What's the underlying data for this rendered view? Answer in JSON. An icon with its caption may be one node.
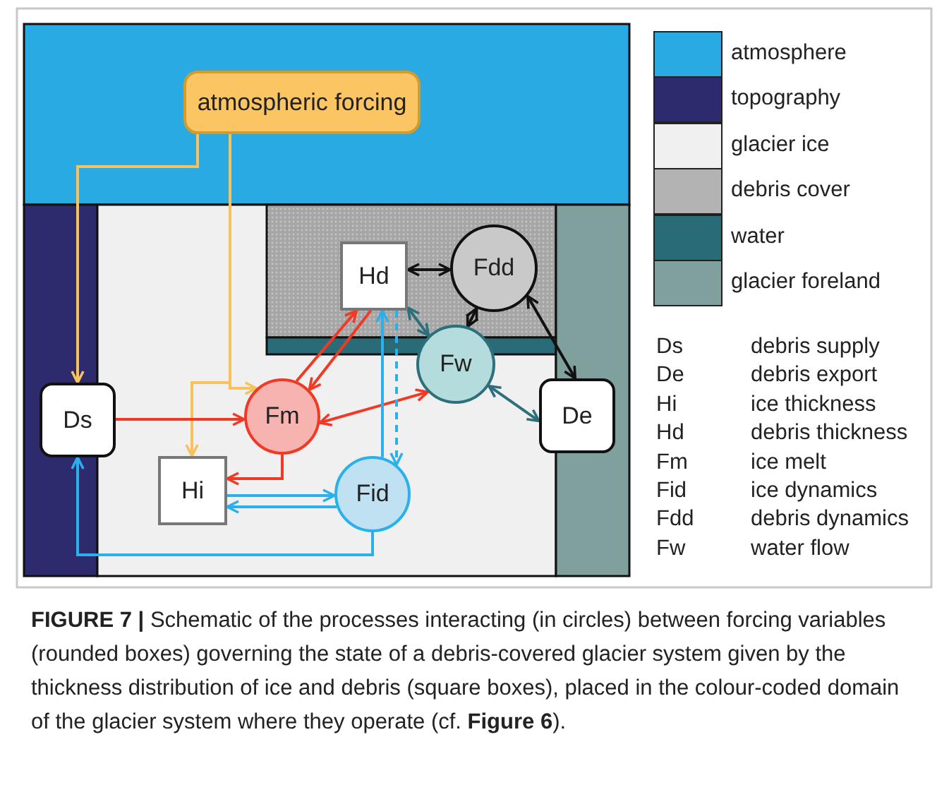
{
  "diagram": {
    "caption": "**FIGURE 7 |** Schematic of the processes interacting (in circles) between forcing variables (rounded boxes) governing the state of a debris-covered glacier system given by the thickness distribution of ice and debris (square boxes), placed in the colour-coded domain of the glacier system where they operate (cf. **Figure 6**).",
    "nodes": [
      {
        "text": [
          "atmospheric forcing"
        ]
      },
      {
        "text": [
          "Hd"
        ]
      },
      {
        "text": [
          "Fdd"
        ]
      },
      {
        "text": [
          "Fw"
        ]
      },
      {
        "text": [
          "Ds"
        ]
      },
      {
        "text": [
          "Fm"
        ]
      },
      {
        "text": [
          "De"
        ]
      },
      {
        "text": [
          "Hi"
        ]
      },
      {
        "text": [
          "Fid"
        ]
      }
    ],
    "edges": [
      {
        "from": 0,
        "to": 4,
        "arrow": "to",
        "color": "#f7c15c"
      },
      {
        "from": 0,
        "to": 5,
        "arrow": "to",
        "color": "#f7c15c"
      },
      {
        "from": 0,
        "to": 7,
        "arrow": "to",
        "color": "#f7c15c"
      },
      {
        "from": 4,
        "to": 5,
        "arrow": "to",
        "color": "#f03a26"
      },
      {
        "from": 5,
        "to": 1,
        "arrow": "to",
        "color": "#f03a26"
      },
      {
        "from": 1,
        "to": 5,
        "arrow": "to",
        "color": "#f03a26"
      },
      {
        "from": 5,
        "to": 7,
        "arrow": "to",
        "color": "#f03a26"
      },
      {
        "from": 5,
        "to": 3,
        "arrow": "both",
        "color": "#f03a26"
      },
      {
        "from": 7,
        "to": 8,
        "arrow": "to",
        "color": "#2ab0ea"
      },
      {
        "from": 8,
        "to": 7,
        "arrow": "to",
        "color": "#2ab0ea"
      },
      {
        "from": 8,
        "to": 1,
        "arrow": "to",
        "color": "#2ab0ea"
      },
      {
        "from": 1,
        "to": 8,
        "arrow": "to",
        "style": "dashed",
        "color": "#2ab0ea"
      },
      {
        "from": 8,
        "to": 4,
        "arrow": "to",
        "color": "#2ab0ea"
      },
      {
        "from": 1,
        "to": 2,
        "arrow": "both",
        "color": "#111111"
      },
      {
        "from": 2,
        "to": 3,
        "arrow": "both",
        "color": "#111111"
      },
      {
        "from": 2,
        "to": 6,
        "arrow": "both",
        "color": "#111111"
      },
      {
        "from": 1,
        "to": 3,
        "arrow": "both",
        "color": "#2e6f7c"
      },
      {
        "from": 3,
        "to": 6,
        "arrow": "both",
        "color": "#2e6f7c"
      }
    ],
    "labels": [
      "Ds",
      "debris supply",
      "De",
      "debris export",
      "Hi",
      "ice thickness",
      "Hd",
      "debris thickness",
      "Fm",
      "ice melt",
      "Fid",
      "ice dynamics",
      "Fdd",
      "debris dynamics",
      "Fw",
      "water flow"
    ],
    "legend": [
      {
        "text": "atmosphere",
        "color": "#29aae2"
      },
      {
        "text": "topography",
        "color": "#2e2a6e"
      },
      {
        "text": "glacier ice",
        "color": "#f0f0f0"
      },
      {
        "text": "debris cover",
        "color": "#b3b3b3"
      },
      {
        "text": "water",
        "color": "#2a6b78"
      },
      {
        "text": "glacier foreland",
        "color": "#7fa09c"
      }
    ]
  }
}
